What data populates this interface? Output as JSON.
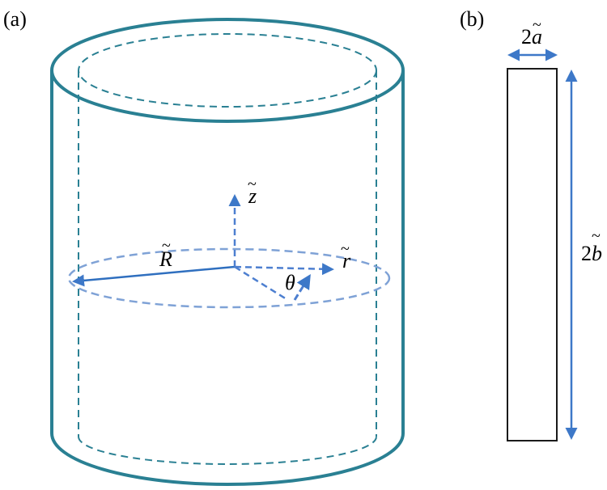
{
  "panels": [
    {
      "id": "a",
      "label": "(a)"
    },
    {
      "id": "b",
      "label": "(b)"
    }
  ],
  "symbols": {
    "R": "R",
    "z": "z",
    "r": "r",
    "theta": "θ",
    "two": "2",
    "a": "a",
    "b": "b",
    "tilde": "~"
  },
  "colors": {
    "cylinder": "#2a8093",
    "vector": "#2f6fbf",
    "axis": "#4d7fd0",
    "rectangle": "#1a1a1a"
  }
}
